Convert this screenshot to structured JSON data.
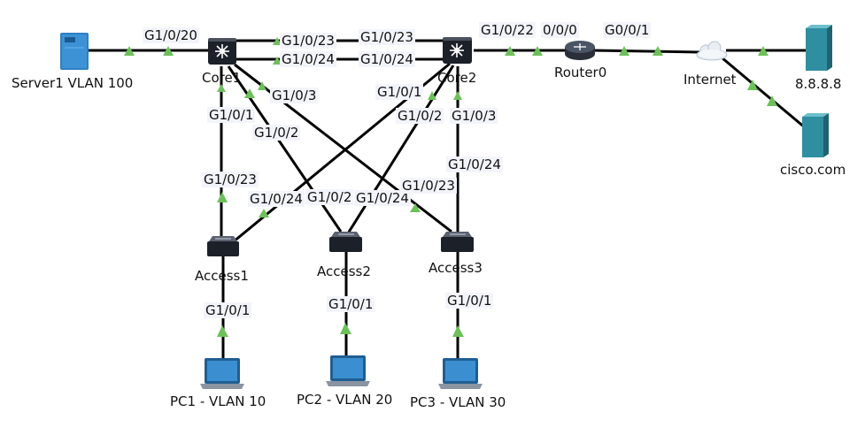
{
  "devices": {
    "server1": "Server1 VLAN 100",
    "core1": "Core1",
    "core2": "Core2",
    "router0": "Router0",
    "internet": "Internet",
    "dns": "8.8.8.8",
    "cisco": "cisco.com",
    "access1": "Access1",
    "access2": "Access2",
    "access3": "Access3",
    "pc1": "PC1 - VLAN 10",
    "pc2": "PC2 - VLAN 20",
    "pc3": "PC3 - VLAN 30"
  },
  "ports": {
    "server1_core1": "G1/0/20",
    "core1_core2_a_c1": "G1/0/23",
    "core1_core2_a_c2": "G1/0/23",
    "core1_core2_b_c1": "G1/0/24",
    "core1_core2_b_c2": "G1/0/24",
    "core2_router": "G1/0/22",
    "router_core2": "0/0/0",
    "router_internet": "G0/0/1",
    "core1_access1": "G1/0/1",
    "core1_access2": "G1/0/2",
    "core1_access3": "G1/0/3",
    "core2_access1": "G1/0/1",
    "core2_access2": "G1/0/2",
    "core2_access3": "G1/0/3",
    "access1_core1": "G1/0/23",
    "access1_core2": "G1/0/24",
    "access2_core1": "G1/0/2",
    "access2_core2": "G1/0/24",
    "access3_core1": "G1/0/23",
    "access3_core2": "G1/0/24",
    "access1_pc1": "G1/0/1",
    "access2_pc2": "G1/0/1",
    "access3_pc3": "G1/0/1"
  }
}
